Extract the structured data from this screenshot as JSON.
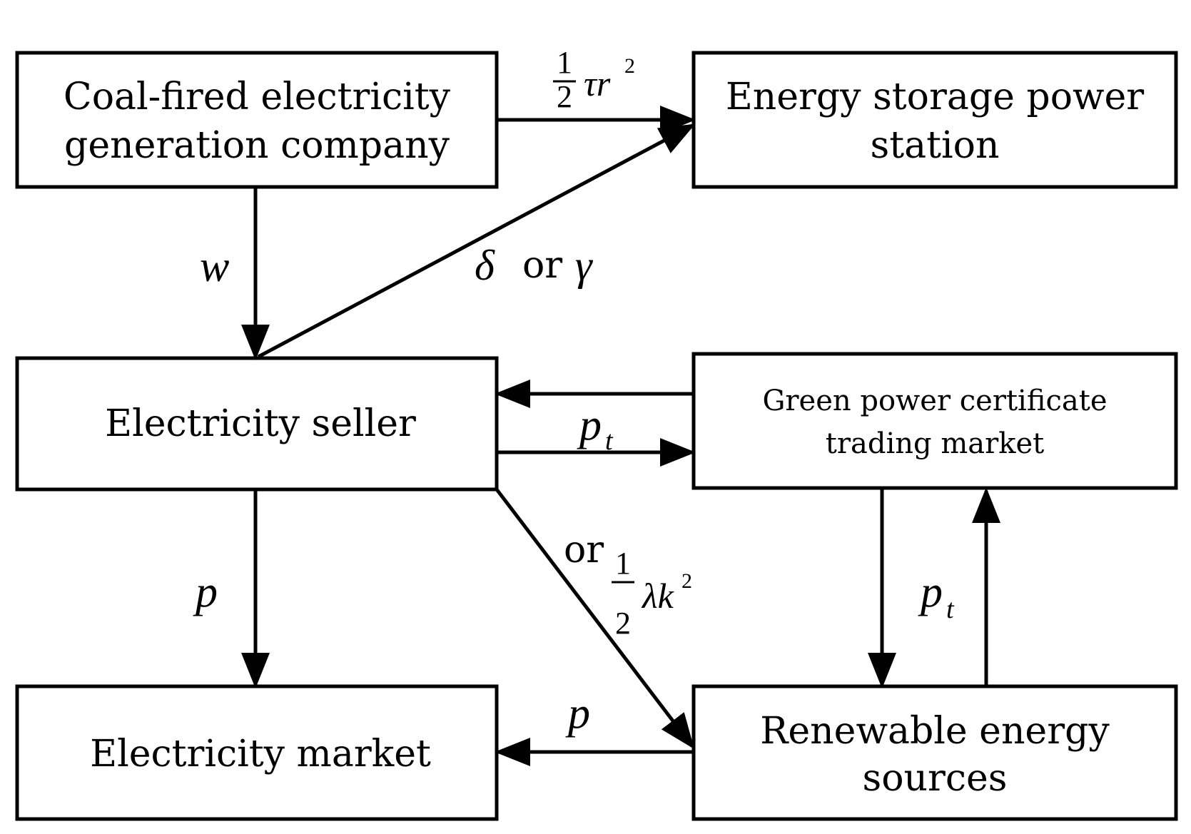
{
  "nodes": {
    "coal": {
      "line1": "Coal-fired electricity",
      "line2": "generation company"
    },
    "storage": {
      "line1": "Energy storage power",
      "line2": "station"
    },
    "seller": {
      "line1": "Electricity seller"
    },
    "green": {
      "line1": "Green power certificate",
      "line2": "trading market"
    },
    "market": {
      "line1": "Electricity market"
    },
    "renewable": {
      "line1": "Renewable energy",
      "line2": "sources"
    }
  },
  "edges": {
    "coal_to_storage": {
      "num": "1",
      "den": "2",
      "var": "τr",
      "sup": "2"
    },
    "coal_to_seller": {
      "var": "w"
    },
    "seller_to_storage": {
      "var1": "δ",
      "connector": "or",
      "var2": "γ"
    },
    "green_seller": {
      "var": "p",
      "sub": "t"
    },
    "seller_to_market": {
      "var": "p"
    },
    "seller_to_renewable": {
      "prefix": "or",
      "num": "1",
      "den": "2",
      "var": "λk",
      "sup": "2"
    },
    "green_renewable": {
      "var": "p",
      "sub": "t"
    },
    "renewable_to_market": {
      "var": "p"
    }
  }
}
